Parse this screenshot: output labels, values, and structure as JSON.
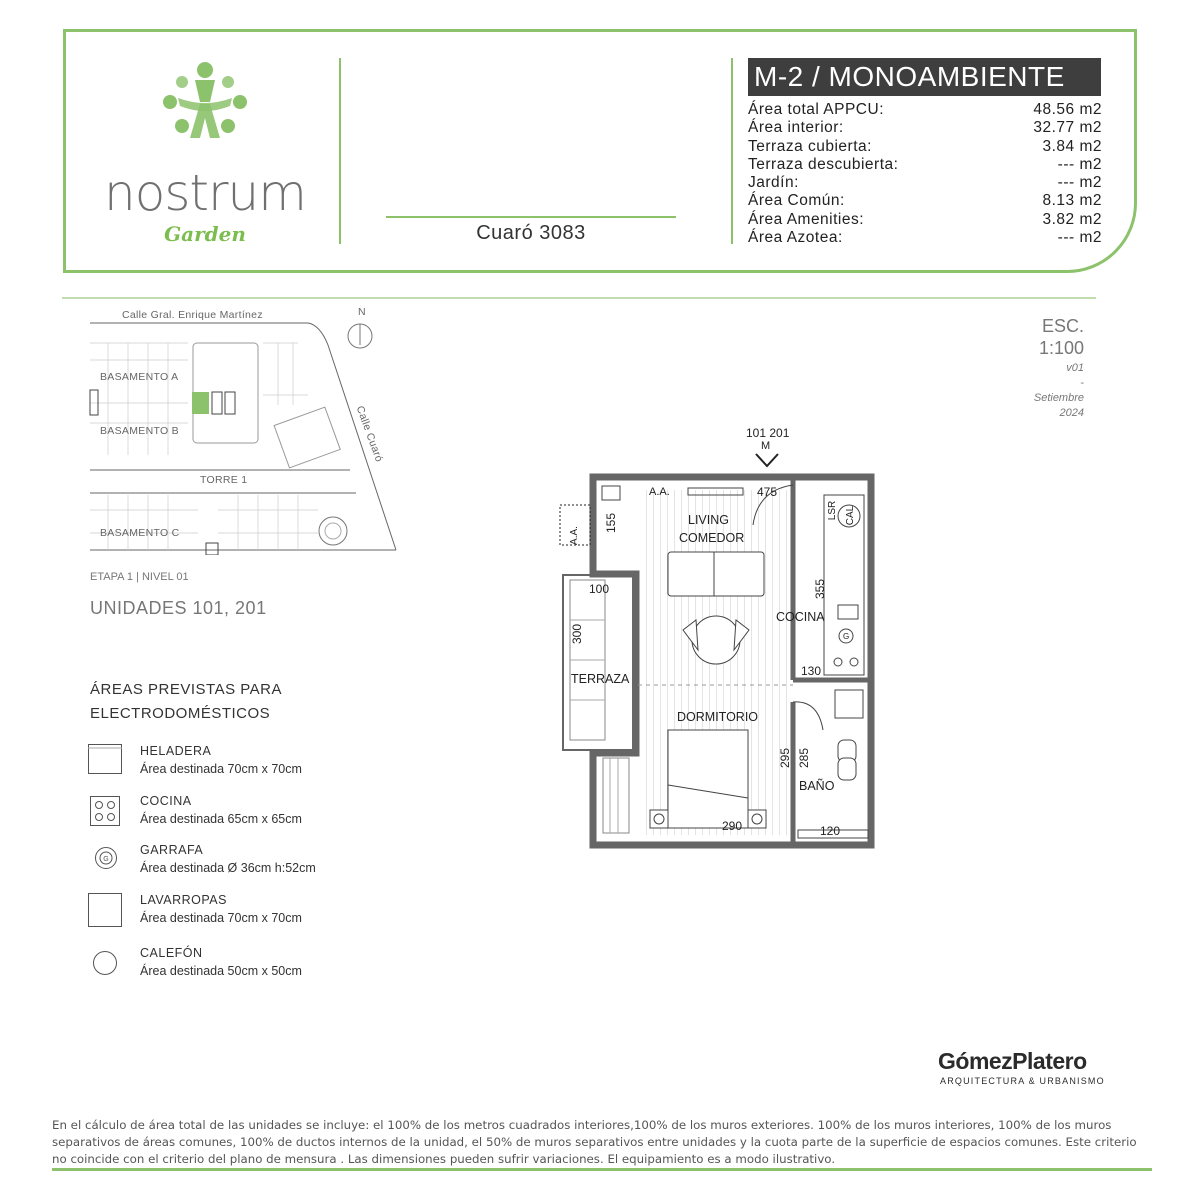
{
  "brand": {
    "name": "nostrum",
    "sub": "Garden"
  },
  "address": "Cuaró 3083",
  "unit": {
    "title": "M-2 / MONOAMBIENTE"
  },
  "areas": [
    {
      "label": "Área total APPCU:",
      "value": "48.56 m2"
    },
    {
      "label": "Área interior:",
      "value": "32.77 m2"
    },
    {
      "label": "Terraza cubierta:",
      "value": "3.84 m2"
    },
    {
      "label": "Terraza descubierta:",
      "value": "---  m2"
    },
    {
      "label": "Jardín:",
      "value": "---  m2"
    },
    {
      "label": "Área Común:",
      "value": "8.13 m2"
    },
    {
      "label": "Área Amenities:",
      "value": "3.82 m2"
    },
    {
      "label": "Área Azotea:",
      "value": "---  m2"
    }
  ],
  "scale": {
    "label": "ESC.",
    "value": "1:100",
    "version": "v01",
    "dash": "-",
    "month": "Setiembre",
    "year": "2024"
  },
  "site": {
    "street_top": "Calle Gral. Enrique Martínez",
    "street_side": "Calle Cuaró",
    "north": "N",
    "basamento_a": "BASAMENTO A",
    "basamento_b": "BASAMENTO B",
    "torre": "TORRE 1",
    "basamento_c": "BASAMENTO C",
    "stage": "ETAPA 1  |  NIVEL 01",
    "units": "UNIDADES 101, 201"
  },
  "plan": {
    "unit_ref": "101 201",
    "marker": "M",
    "aa_top": "A.A.",
    "aa_side": "A.A.",
    "living": "LIVING",
    "comedor": "COMEDOR",
    "cocina": "COCINA",
    "terraza": "TERRAZA",
    "dormitorio": "DORMITORIO",
    "bano": "BAÑO",
    "lsr": "LSR",
    "cal": "CAL",
    "gas": "G",
    "dims": {
      "d475": "475",
      "d155": "155",
      "d100": "100",
      "d300": "300",
      "d355": "355",
      "d130": "130",
      "d285": "285",
      "d295": "295",
      "d290": "290",
      "d120": "120"
    }
  },
  "legend": {
    "title_line1": "ÁREAS PREVISTAS PARA",
    "title_line2": "ELECTRODOMÉSTICOS",
    "items": [
      {
        "name": "HELADERA",
        "desc": "Área destinada 70cm x 70cm",
        "icon": "fridge-area-icon"
      },
      {
        "name": "COCINA",
        "desc": "Área destinada 65cm x 65cm",
        "icon": "stove-area-icon"
      },
      {
        "name": "GARRAFA",
        "desc": "Área destinada Ø 36cm h:52cm",
        "icon": "gas-bottle-icon"
      },
      {
        "name": "LAVARROPAS",
        "desc": "Área destinada 70cm x 70cm",
        "icon": "washer-area-icon"
      },
      {
        "name": "CALEFÓN",
        "desc": "Área destinada 50cm x 50cm",
        "icon": "water-heater-icon"
      }
    ]
  },
  "firm": {
    "name": "GómezPlatero",
    "sub": "ARQUITECTURA & URBANISMO"
  },
  "footnote": "En el cálculo de área total de las unidades se incluye: el 100% de los metros cuadrados interiores,100% de los muros exteriores. 100% de los muros interiores, 100% de los muros separativos de áreas comunes, 100% de ductos internos de la unidad, el 50% de muros separativos entre unidades y la cuota parte de la superficie de espacios comunes. Este criterio no coincide con el criterio del plano de mensura . Las dimensiones pueden sufrir variaciones. El equipamiento es a modo ilustrativo.",
  "colors": {
    "brand_green": "#8cc26b",
    "title_bg": "#3e3e3e"
  }
}
